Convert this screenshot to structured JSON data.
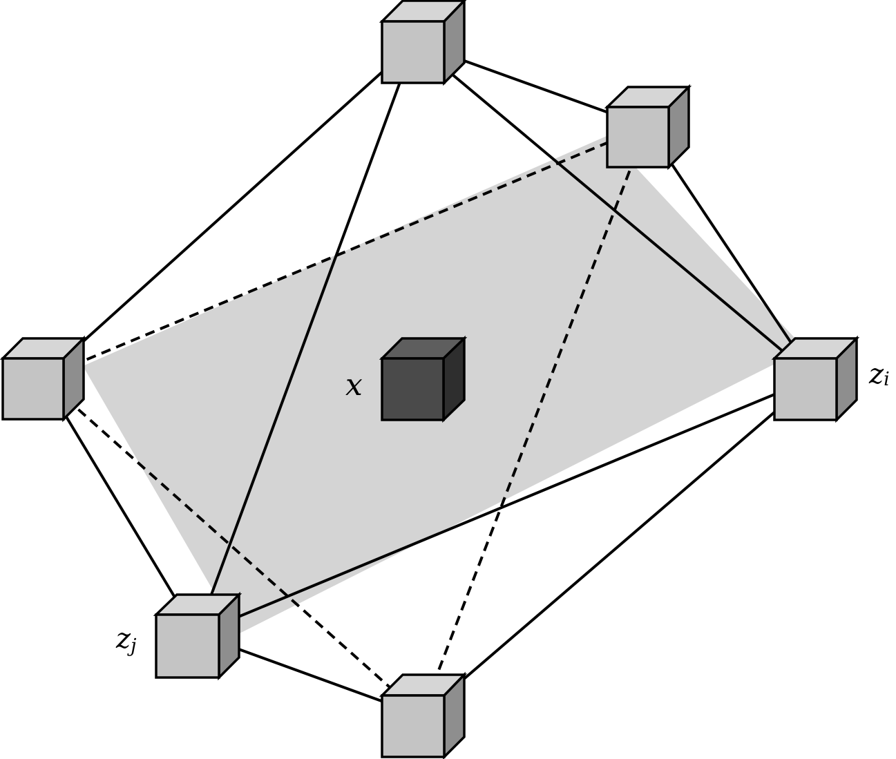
{
  "labels": {
    "center": "x",
    "right": "zi",
    "left": "zj"
  },
  "colors": {
    "plane_fill": "#d4d4d4",
    "cube_front": "#c4c4c4",
    "cube_top": "#d6d6d6",
    "cube_side": "#8e8e8e",
    "center_front": "#4a4a4a",
    "center_top": "#5e5e5e",
    "center_side": "#2e2e2e",
    "line": "#000000"
  }
}
